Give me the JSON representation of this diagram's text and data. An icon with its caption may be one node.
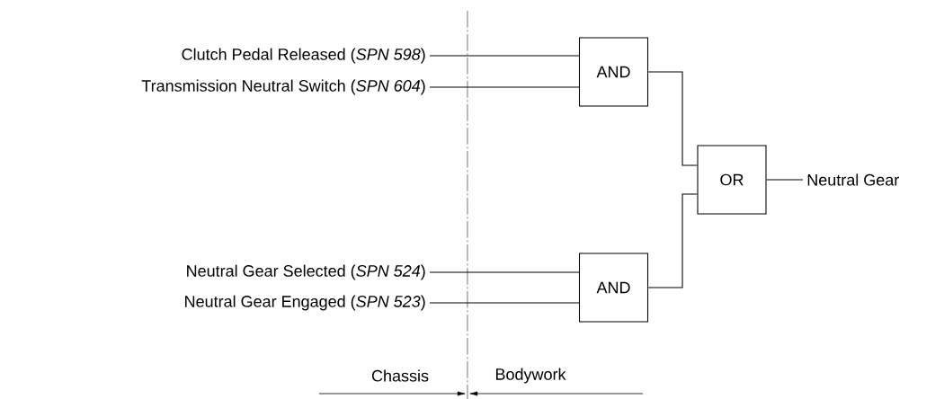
{
  "diagram": {
    "nodes": [
      {
        "text": [
          "Clutch Pedal Released (*SPN 598*)"
        ]
      },
      {
        "text": [
          "Transmission Neutral Switch (*SPN 604*)"
        ]
      },
      {
        "text": [
          "Neutral Gear Selected (*SPN 524*)"
        ]
      },
      {
        "text": [
          "Neutral Gear Engaged (*SPN 523*)"
        ]
      },
      {
        "text": [
          "AND"
        ]
      },
      {
        "text": [
          "AND"
        ]
      },
      {
        "text": [
          "OR"
        ]
      },
      {
        "text": [
          "Neutral Gear"
        ]
      }
    ],
    "edges": [
      {
        "from": 0,
        "to": 4,
        "arrow": "none"
      },
      {
        "from": 1,
        "to": 4,
        "arrow": "none"
      },
      {
        "from": 2,
        "to": 5,
        "arrow": "none"
      },
      {
        "from": 3,
        "to": 5,
        "arrow": "none"
      },
      {
        "from": 4,
        "to": 6,
        "arrow": "none"
      },
      {
        "from": 5,
        "to": 6,
        "arrow": "none"
      },
      {
        "from": 6,
        "to": 7,
        "arrow": "none"
      }
    ],
    "labels": [
      "Chassis",
      "Bodywork"
    ]
  }
}
